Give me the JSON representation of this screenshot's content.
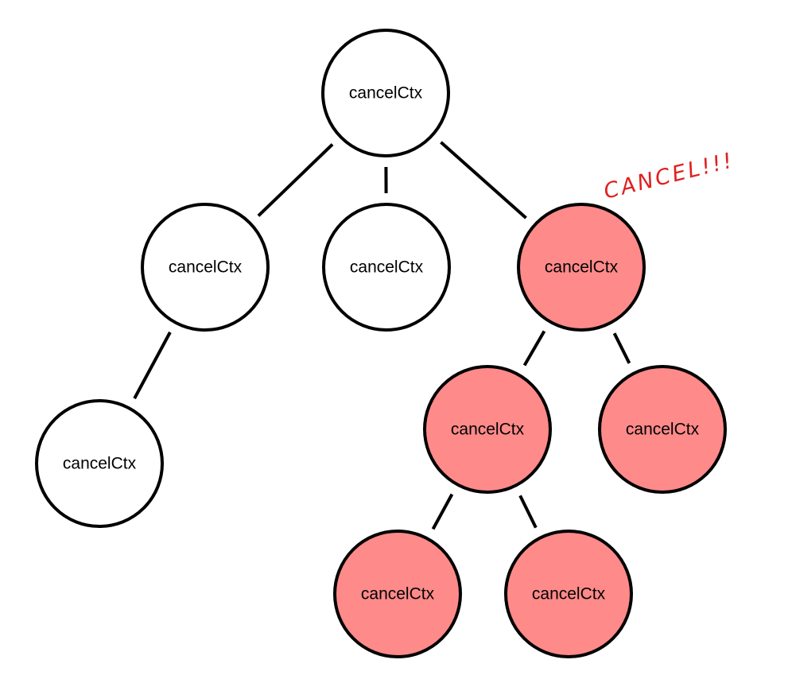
{
  "diagram": {
    "annotation": "CANCEL!!!",
    "colors": {
      "normal_fill": "#ffffff",
      "cancelled_fill": "#ff8a8a",
      "stroke": "#000000",
      "annotation": "#e02020"
    },
    "nodes": [
      {
        "id": "root",
        "label": "cancelCtx",
        "cancelled": false
      },
      {
        "id": "left",
        "label": "cancelCtx",
        "cancelled": false
      },
      {
        "id": "middle",
        "label": "cancelCtx",
        "cancelled": false
      },
      {
        "id": "right",
        "label": "cancelCtx",
        "cancelled": true
      },
      {
        "id": "left-child",
        "label": "cancelCtx",
        "cancelled": false
      },
      {
        "id": "right-left",
        "label": "cancelCtx",
        "cancelled": true
      },
      {
        "id": "right-right",
        "label": "cancelCtx",
        "cancelled": true
      },
      {
        "id": "right-left-left",
        "label": "cancelCtx",
        "cancelled": true
      },
      {
        "id": "right-left-right",
        "label": "cancelCtx",
        "cancelled": true
      }
    ],
    "edges": [
      {
        "from": "root",
        "to": "left"
      },
      {
        "from": "root",
        "to": "middle"
      },
      {
        "from": "root",
        "to": "right"
      },
      {
        "from": "left",
        "to": "left-child"
      },
      {
        "from": "right",
        "to": "right-left"
      },
      {
        "from": "right",
        "to": "right-right"
      },
      {
        "from": "right-left",
        "to": "right-left-left"
      },
      {
        "from": "right-left",
        "to": "right-left-right"
      }
    ]
  }
}
